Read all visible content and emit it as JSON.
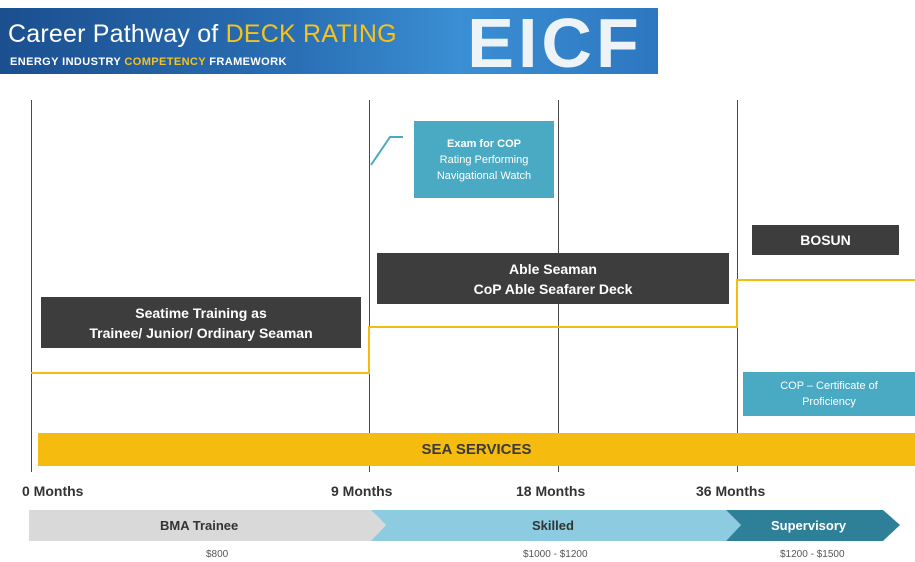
{
  "header": {
    "title_prefix": "Career Pathway of ",
    "title_accent": "DECK RATING",
    "subtitle_part1": "ENERGY INDUSTRY ",
    "subtitle_accent": "COMPETENCY",
    "subtitle_part2": " FRAMEWORK",
    "logo_text": "EICF"
  },
  "boxes": {
    "seatime": {
      "line1": "Seatime Training as",
      "line2": "Trainee/ Junior/ Ordinary Seaman"
    },
    "able": {
      "line1": "Able Seaman",
      "line2": "CoP Able Seafarer Deck"
    },
    "bosun": "BOSUN",
    "exam": {
      "line1": "Exam for COP",
      "line2": "Rating Performing",
      "line3": "Navigational Watch"
    },
    "cop": {
      "line1": "COP – Certificate of",
      "line2": "Proficiency"
    }
  },
  "sea_services": "SEA SERVICES",
  "months": [
    "0 Months",
    "9 Months",
    "18 Months",
    "36 Months"
  ],
  "stages": [
    {
      "label": "BMA Trainee",
      "salary": "$800"
    },
    {
      "label": "Skilled",
      "salary": "$1000 - $1200"
    },
    {
      "label": "Supervisory",
      "salary": "$1200 - $1500"
    }
  ],
  "colors": {
    "banner": "#2a6fb5",
    "accent": "#f7c21a",
    "dark_box": "#3d3d3d",
    "teal": "#4aaac4",
    "sea": "#f5bb0f",
    "stage1": "#d9d9d9",
    "stage2": "#8ccbe0",
    "stage3": "#2e7f98"
  }
}
